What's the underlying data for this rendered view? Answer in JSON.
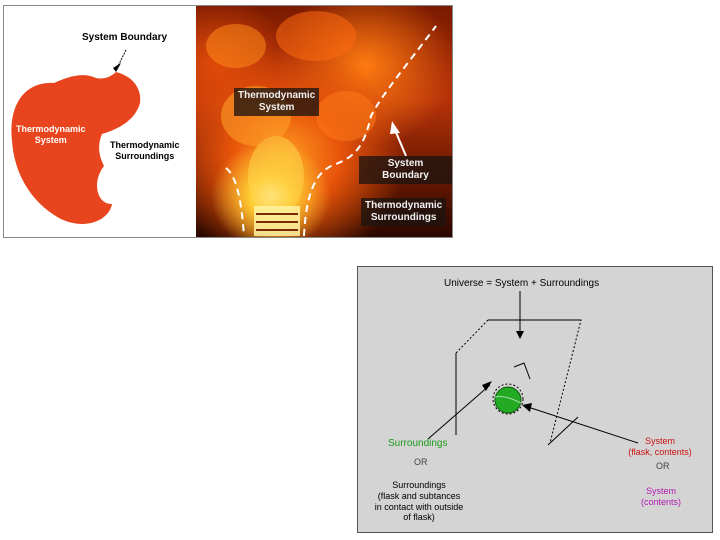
{
  "left_panel": {
    "system_boundary_label": "System Boundary",
    "system_label_line1": "Thermodynamic",
    "system_label_line2": "System",
    "surroundings_label_line1": "Thermodynamic",
    "surroundings_label_line2": "Surroundings",
    "blob_color": "#e8441e"
  },
  "fire_panel": {
    "system_label_line1": "Thermodynamic",
    "system_label_line2": "System",
    "boundary_label": "System Boundary",
    "surroundings_label_line1": "Thermodynamic",
    "surroundings_label_line2": "Surroundings"
  },
  "universe_panel": {
    "title": "Universe = System + Surroundings",
    "surroundings_label": "Surroundings",
    "surroundings_or": "OR",
    "surroundings_alt_line1": "Surroundings",
    "surroundings_alt_line2": "(flask and subtances",
    "surroundings_alt_line3": "in contact with outside",
    "surroundings_alt_line4": "of flask)",
    "system_label": "System",
    "system_sub": "(flask, contents)",
    "system_or": "OR",
    "system_alt_label": "System",
    "system_alt_sub": "(contents)",
    "colors": {
      "surroundings": "#1a9a1a",
      "system": "#cc1111",
      "system_alt": "#b01ab0",
      "flask": "#22aa22"
    }
  }
}
